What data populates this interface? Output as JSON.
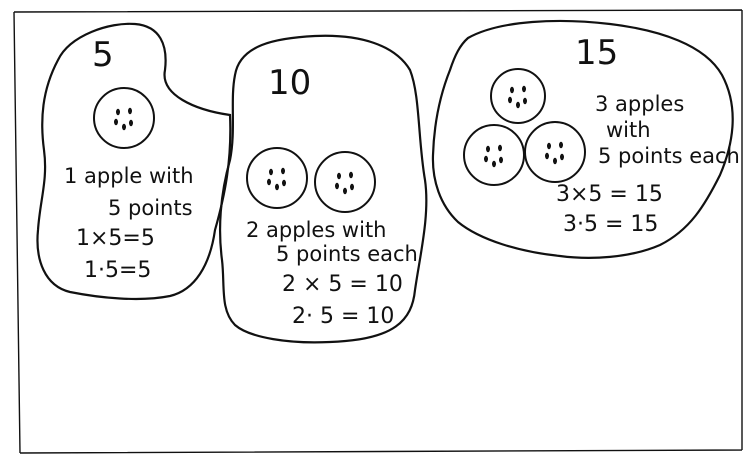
{
  "colors": {
    "ink": "#111111",
    "paper": "#ffffff"
  },
  "groups": [
    {
      "number": "5",
      "apples": 1,
      "desc": [
        "1 apple with",
        "5 points"
      ],
      "equations": [
        "1×5=5",
        "1·5=5"
      ]
    },
    {
      "number": "10",
      "apples": 2,
      "desc": [
        "2 apples with",
        "5 points each"
      ],
      "equations": [
        "2 × 5 = 10",
        "2· 5 = 10"
      ]
    },
    {
      "number": "15",
      "apples": 3,
      "desc": [
        "3 apples",
        "with",
        "5 points each"
      ],
      "equations": [
        "3×5 = 15",
        "3·5 = 15"
      ]
    }
  ]
}
